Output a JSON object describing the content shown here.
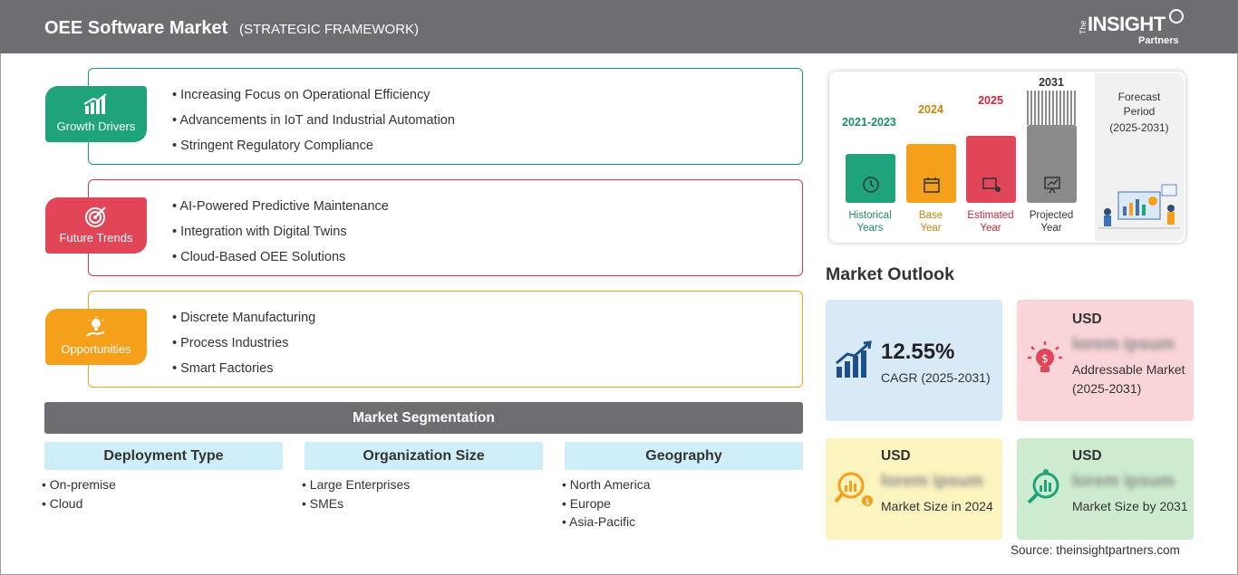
{
  "header": {
    "title": "OEE Software Market",
    "subtitle": "(STRATEGIC FRAMEWORK)",
    "logo": {
      "the": "The",
      "main": "INSIGHT",
      "partners": "Partners"
    }
  },
  "framework": {
    "growth_drivers": {
      "label": "Growth Drivers",
      "icon": "bar-growth-icon",
      "color": "#1fa37a",
      "items": [
        "Increasing Focus on Operational Efficiency",
        "Advancements in IoT and Industrial Automation",
        "Stringent Regulatory Compliance"
      ]
    },
    "future_trends": {
      "label": "Future Trends",
      "icon": "target-icon",
      "color": "#e04558",
      "items": [
        "AI-Powered Predictive Maintenance",
        "Integration with Digital Twins",
        "Cloud-Based OEE Solutions"
      ]
    },
    "opportunities": {
      "label": "Opportunities",
      "icon": "lightbulb-hand-icon",
      "color": "#f5a01a",
      "items": [
        "Discrete Manufacturing",
        "Process Industries",
        "Smart Factories"
      ]
    }
  },
  "segmentation": {
    "title": "Market Segmentation",
    "columns": [
      {
        "heading": "Deployment Type",
        "items": [
          "On-premise",
          "Cloud"
        ]
      },
      {
        "heading": "Organization Size",
        "items": [
          "Large Enterprises",
          "SMEs"
        ]
      },
      {
        "heading": "Geography",
        "items": [
          "North America",
          "Europe",
          "Asia-Pacific"
        ]
      }
    ]
  },
  "timeline": {
    "periods": [
      {
        "year": "2021-2023",
        "label1": "Historical",
        "label2": "Years",
        "color": "#1fa37a",
        "icon": "history-icon"
      },
      {
        "year": "2024",
        "label1": "Base",
        "label2": "Year",
        "color": "#f5a01a",
        "icon": "calendar-icon"
      },
      {
        "year": "2025",
        "label1": "Estimated",
        "label2": "Year",
        "color": "#e04558",
        "icon": "estimate-icon"
      },
      {
        "year": "2031",
        "label1": "Projected",
        "label2": "Year",
        "color": "#8a8a8a",
        "icon": "projection-icon"
      }
    ],
    "forecast": {
      "line1": "Forecast",
      "line2": "Period",
      "line3": "(2025-2031)"
    }
  },
  "outlook": {
    "title": "Market Outlook",
    "cagr": {
      "value": "12.55%",
      "label": "CAGR (2025-2031)",
      "icon": "growth-chart-icon"
    },
    "addressable": {
      "currency": "USD",
      "value": "lorem ipsum",
      "label": "Addressable Market (2025-2031)",
      "icon": "money-bulb-icon"
    },
    "size_2024": {
      "currency": "USD",
      "value": "lorem ipsum",
      "label": "Market Size in 2024",
      "icon": "coins-analysis-icon"
    },
    "size_2031": {
      "currency": "USD",
      "value": "lorem ipsum",
      "label": "Market Size by 2031",
      "icon": "chart-magnifier-icon"
    }
  },
  "source": "Source: theinsightpartners.com"
}
